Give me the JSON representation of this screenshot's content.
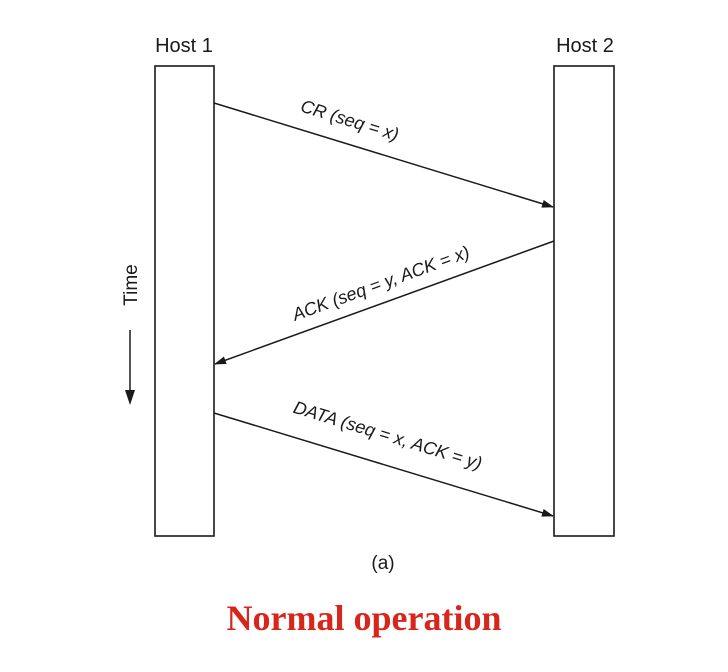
{
  "hosts": {
    "left": "Host 1",
    "right": "Host 2"
  },
  "messages": [
    {
      "label": "CR (seq = x)",
      "from": "Host 1",
      "to": "Host 2"
    },
    {
      "label": "ACK (seq = y, ACK = x)",
      "from": "Host 2",
      "to": "Host 1"
    },
    {
      "label": "DATA (seq = x, ACK = y)",
      "from": "Host 1",
      "to": "Host 2"
    }
  ],
  "time_axis": {
    "label": "Time",
    "arrow_direction": "down",
    "icon": "arrow-down-icon"
  },
  "caption": "(a)",
  "heading": "Normal operation",
  "colors": {
    "heading": "#d9261c",
    "lines": "#1a1a1a"
  }
}
